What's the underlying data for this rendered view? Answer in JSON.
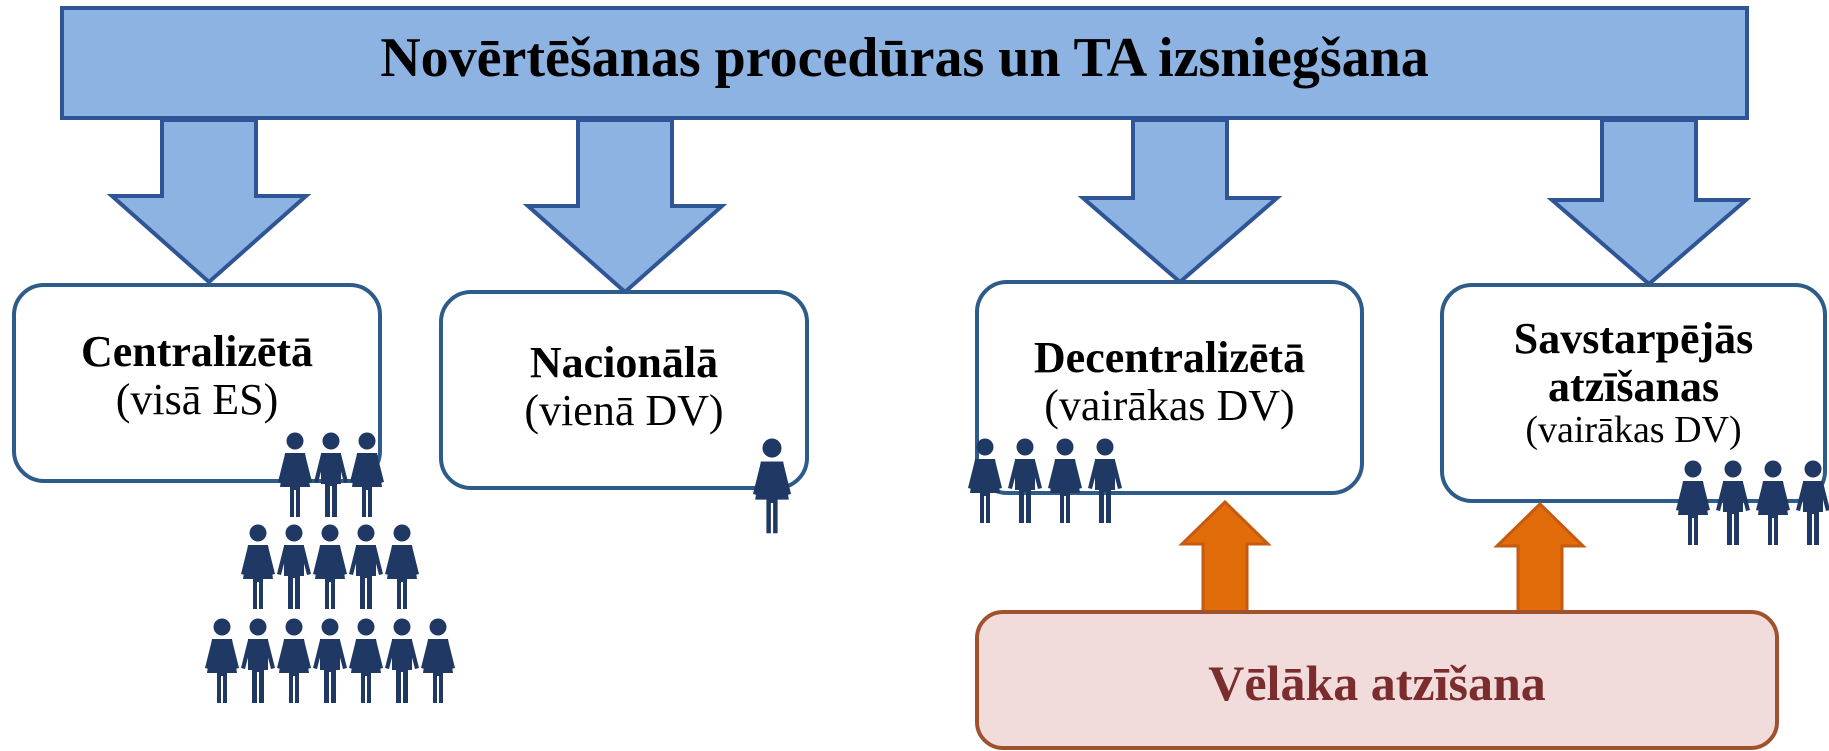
{
  "title": "Novērtēšanas procedūras un  TA izsniegšana",
  "boxes": [
    {
      "name": "Centralizētā",
      "sub": "(visā ES)"
    },
    {
      "name": "Nacionālā",
      "sub": "(vienā DV)"
    },
    {
      "name": "Decentralizētā",
      "sub": "(vairākas DV)"
    },
    {
      "name_line1": "Savstarpējās",
      "name_line2": "atzīšanas",
      "sub": "(vairākas DV)"
    }
  ],
  "later": {
    "label": "Vēlāka atzīšana"
  },
  "people_counts": {
    "centralized_rows": [
      3,
      5,
      7
    ],
    "national": 1,
    "decentralized": 4,
    "mutual": 4
  },
  "colors": {
    "banner_fill": "#8DB3E2",
    "banner_stroke": "#2F5597",
    "box_stroke": "#2E5C8A",
    "person": "#1F3864",
    "orange": "#E36C0A",
    "orange_stroke": "#C55A11",
    "later_fill": "#F2DCDB",
    "later_stroke": "#A0522D",
    "later_text": "#7B2C2C"
  }
}
